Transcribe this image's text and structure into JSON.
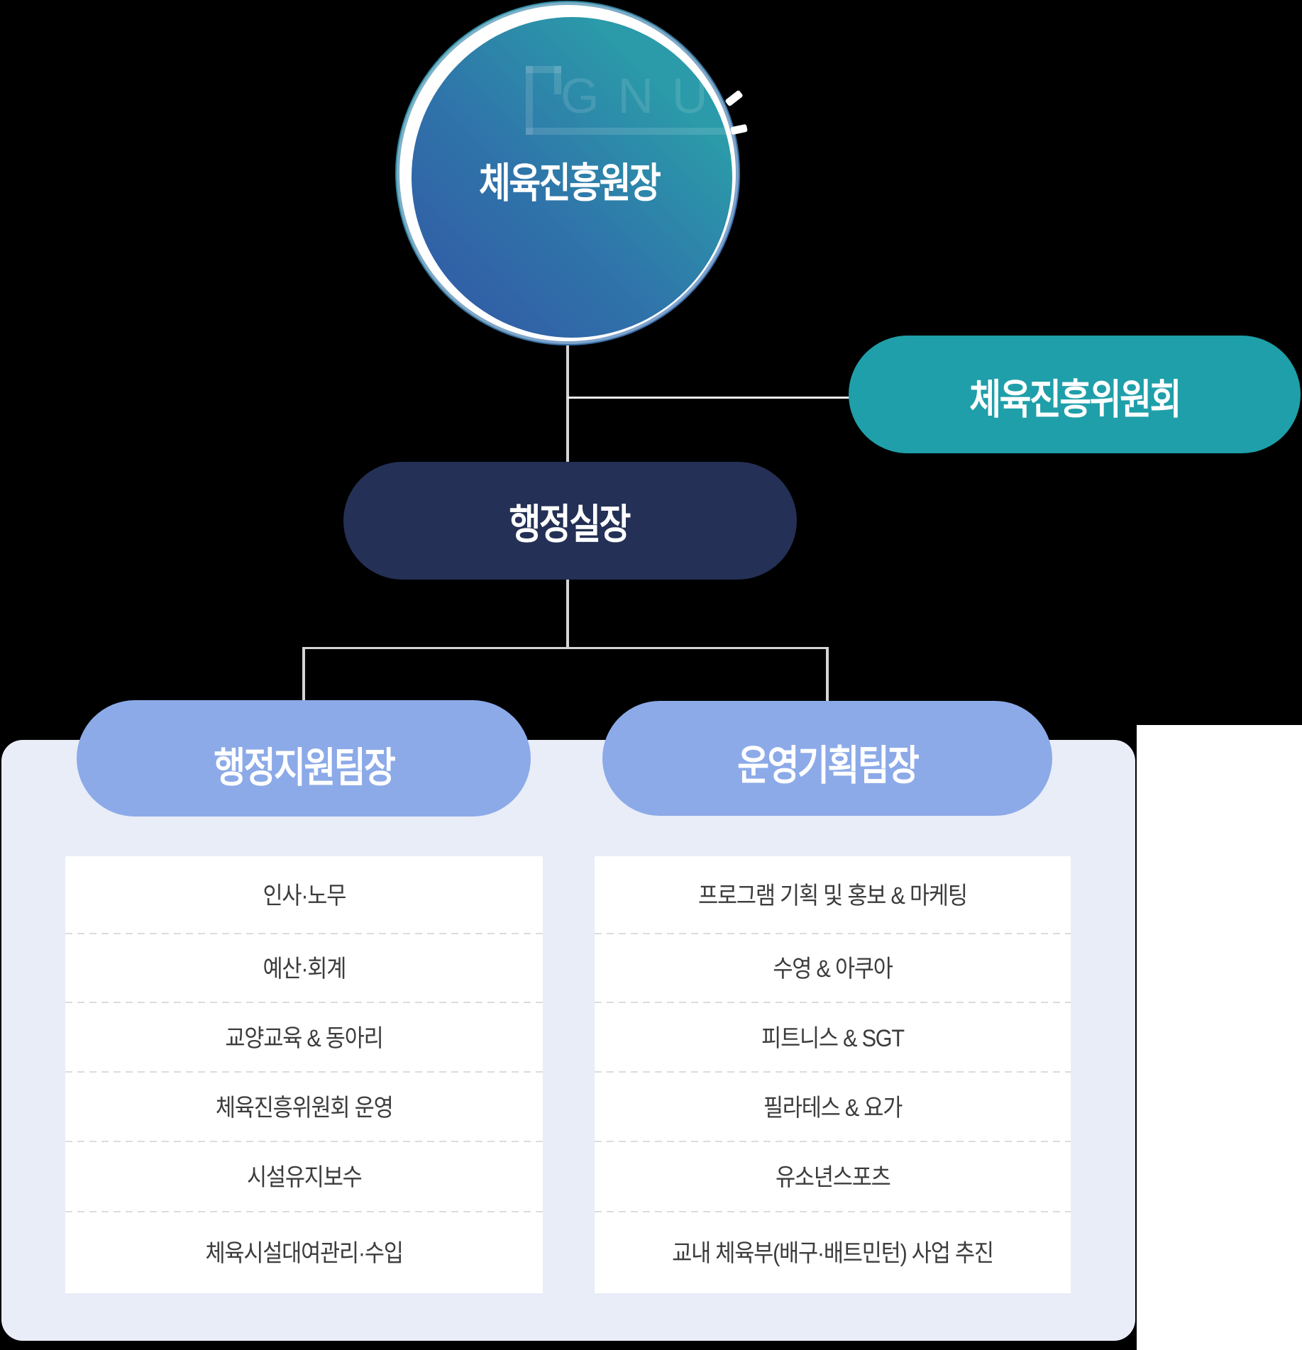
{
  "chart_data": {
    "type": "table",
    "title": "체육진흥원 조직도",
    "hierarchy": {
      "root": "체육진흥원장",
      "committee": "체육진흥위원회",
      "office_head": "행정실장",
      "teams": [
        {
          "name": "행정지원팀장",
          "duties": [
            "인사·노무",
            "예산·회계",
            "교양교육 & 동아리",
            "체육진흥위원회 운영",
            "시설유지보수",
            "체육시설대여관리·수입"
          ]
        },
        {
          "name": "운영기획팀장",
          "duties": [
            "프로그램 기획 및 홍보 & 마케팅",
            "수영 & 아쿠아",
            "피트니스 & SGT",
            "필라테스 & 요가",
            "유소년스포츠",
            "교내 체육부(배구·배트민턴) 사업 추진"
          ]
        }
      ]
    }
  },
  "org": {
    "director": "체육진흥원장",
    "committee": "체육진흥위원회",
    "office_head": "행정실장",
    "team1": "행정지원팀장",
    "team2": "운영기획팀장",
    "team1_items": {
      "i1": "인사·노무",
      "i2": "예산·회계",
      "i3": "교양교육 & 동아리",
      "i4": "체육진흥위원회 운영",
      "i5": "시설유지보수",
      "i6": "체육시설대여관리·수입"
    },
    "team2_items": {
      "i1": "프로그램 기획 및 홍보 & 마케팅",
      "i2": "수영 & 아쿠아",
      "i3": "피트니스 & SGT",
      "i4": "필라테스 & 요가",
      "i5": "유소년스포츠",
      "i6": "교내 체육부(배구·배트민턴) 사업 추진"
    },
    "watermark": "GNU"
  },
  "colors": {
    "background": "#000000",
    "panel_white": "#ffffff",
    "container": "#e9edf8",
    "teal_pill": "#1f9fa9",
    "navy_pill": "#243055",
    "light_pill": "#8caae8",
    "circle_gradient_start": "#3058a7",
    "circle_gradient_end": "#2a9aa9",
    "item_text": "#3c3c3c",
    "line": "#d5d5d5"
  }
}
